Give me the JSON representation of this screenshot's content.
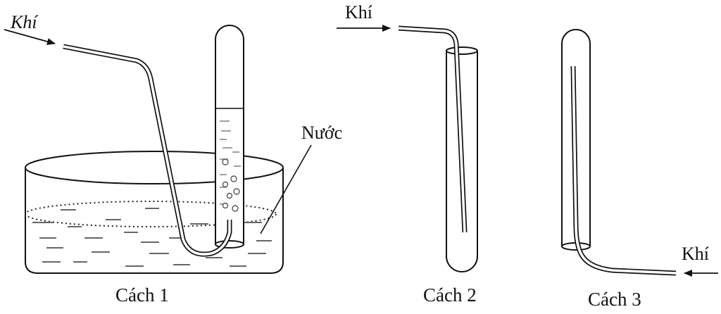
{
  "diagram": {
    "gas_label": "Khí",
    "water_label": "Nước",
    "methods": [
      {
        "caption": "Cách 1"
      },
      {
        "caption": "Cách 2"
      },
      {
        "caption": "Cách 3"
      }
    ]
  }
}
